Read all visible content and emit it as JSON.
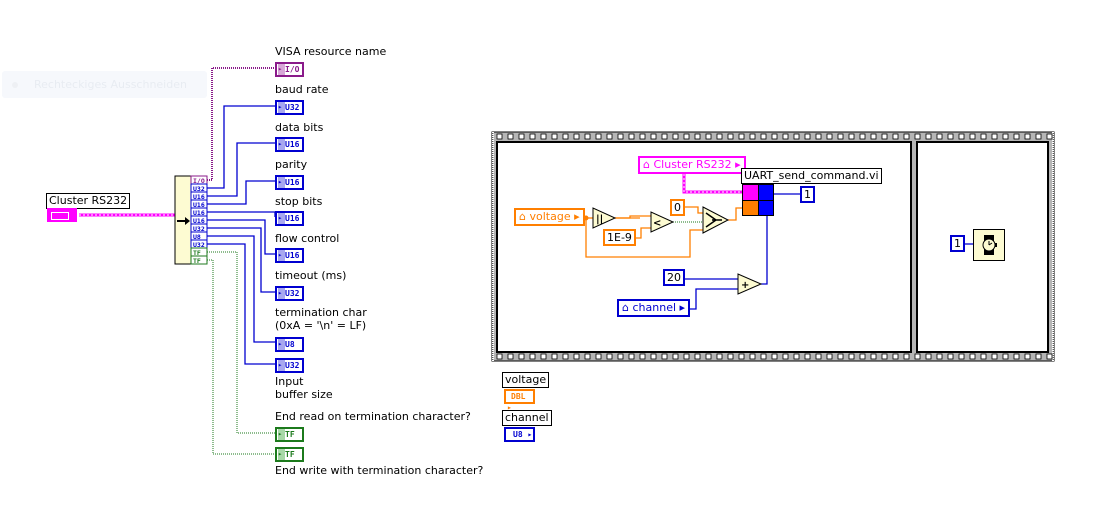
{
  "overlay": {
    "text": "Rechteckiges Ausschneiden"
  },
  "left_diagram": {
    "cluster_control": {
      "label": "Cluster RS232",
      "icon": "cluster-icon"
    },
    "unbundle_outputs": [
      "I/O",
      "U32",
      "U16",
      "U16",
      "U16",
      "U16",
      "U32",
      "U8",
      "U32",
      "TF",
      "TF"
    ],
    "indicators": [
      {
        "label": "VISA resource name",
        "type": "I/O",
        "color": "pink"
      },
      {
        "label": "baud rate",
        "type": "U32",
        "color": "blue"
      },
      {
        "label": "data bits",
        "type": "U16",
        "color": "blue"
      },
      {
        "label": "parity",
        "type": "U16",
        "color": "blue"
      },
      {
        "label": "stop bits",
        "type": "U16",
        "color": "blue"
      },
      {
        "label": "flow control",
        "type": "U16",
        "color": "blue"
      },
      {
        "label": "timeout (ms)",
        "type": "U32",
        "color": "blue"
      },
      {
        "label": "termination char\n(0xA = '\\n' = LF)",
        "type": "U8",
        "color": "blue"
      },
      {
        "label": "Input\nbuffer size",
        "type": "U32",
        "color": "blue"
      },
      {
        "label": "End read on termination character?",
        "type": "TF",
        "color": "green"
      },
      {
        "label": "End write with termination character?",
        "type": "TF",
        "color": "green"
      }
    ]
  },
  "sequence": {
    "frame1": {
      "cluster_local": "Cluster RS232",
      "voltage_local": "voltage",
      "channel_local": "channel",
      "const_zero": "0",
      "const_eps": "1E-9",
      "const_twenty": "20",
      "subvi_label": "UART_send_command.vi",
      "const_one": "1",
      "nodes": [
        "abs-icon",
        "less-than-icon",
        "select-icon",
        "add-icon"
      ]
    },
    "frame2": {
      "const_wait": "1",
      "wait_icon": "wait-ms-icon"
    }
  },
  "controls": {
    "voltage": {
      "label": "voltage",
      "type": "DBL"
    },
    "channel": {
      "label": "channel",
      "type": "U8"
    }
  },
  "colors": {
    "cluster": "#ff00ff",
    "u_int": "#0000d0",
    "dbl": "#ff7f00",
    "bool": "#1c7a1c",
    "io": "#8a1a8a"
  }
}
